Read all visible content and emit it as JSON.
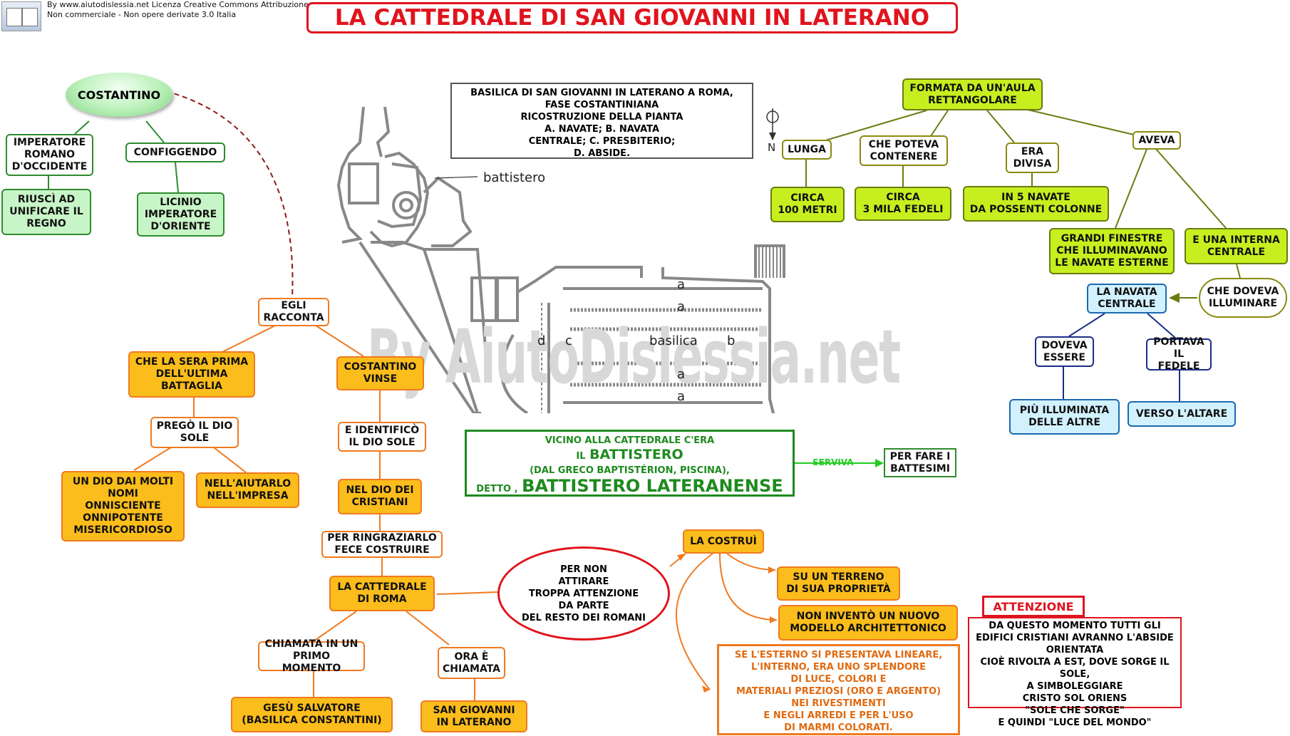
{
  "header": {
    "title": "LA CATTEDRALE DI SAN GIOVANNI IN LATERANO",
    "credit_lines": [
      "By www.aiutodislessia.net Licenza Creative Commons Attribuzione",
      "Non commerciale - Non opere derivate 3.0 Italia"
    ],
    "watermark": "By AiutoDislessia.net"
  },
  "left_map": {
    "costantino": "COSTANTINO",
    "imperatore": [
      "IMPERATORE",
      "ROMANO",
      "D'OCCIDENTE"
    ],
    "riusci": [
      "RIUSCÌ AD",
      "UNIFICARE IL",
      "REGNO"
    ],
    "configgendo": "CONFIGGENDO",
    "licinio": [
      "LICINIO",
      "IMPERATORE",
      "D'ORIENTE"
    ],
    "egli": [
      "EGLI",
      "RACCONTA"
    ],
    "sera": [
      "CHE LA SERA PRIMA",
      "DELL'ULTIMA",
      "BATTAGLIA"
    ],
    "prego": [
      "PREGÒ IL DIO",
      "SOLE"
    ],
    "dio_molti": [
      "UN DIO DAI MOLTI",
      "NOMI",
      "ONNISCIENTE",
      "ONNIPOTENTE",
      "MISERICORDIOSO"
    ],
    "aiutarlo": [
      "NELL'AIUTARLO",
      "NELL'IMPRESA"
    ],
    "vinse": [
      "COSTANTINO",
      "VINSE"
    ],
    "identifico": [
      "E IDENTIFICÒ",
      "IL DIO SOLE"
    ],
    "dio_cristiani": [
      "NEL DIO DEI",
      "CRISTIANI"
    ],
    "ringraziarlo": [
      "PER RINGRAZIARLO",
      "FECE COSTRUIRE"
    ],
    "cattedrale": [
      "LA CATTEDRALE",
      "DI ROMA"
    ],
    "chiamata": [
      "CHIAMATA IN UN",
      "PRIMO MOMENTO"
    ],
    "gesu": [
      "GESÙ SALVATORE",
      "(BASILICA CONSTANTINI)"
    ],
    "ora": [
      "ORA È",
      "CHIAMATA"
    ],
    "san_giovanni": [
      "SAN GIOVANNI",
      "IN LATERANO"
    ]
  },
  "center": {
    "caption": [
      "BASILICA DI SAN GIOVANNI IN LATERANO A ROMA,",
      "FASE COSTANTINIANA",
      "RICOSTRUZIONE DELLA PIANTA",
      "A. NAVATE; B. NAVATA",
      "CENTRALE; C. PRESBITERIO;",
      "D. ABSIDE."
    ],
    "plan_labels": {
      "battistero": "battistero",
      "a": "a",
      "b": "b",
      "c": "c",
      "d": "d",
      "basilica": "basilica",
      "north": "N"
    },
    "batt_line1": "VICINO ALLA CATTEDRALE C'ERA",
    "batt_il": "IL",
    "batt_big": "BATTISTERO",
    "batt_line3": "(DAL GRECO BAPTISTÉRION, PISCINA),",
    "batt_detto": "DETTO ,",
    "batt_lateranense": "BATTISTERO LATERANENSE",
    "serviva": "SERVIVA",
    "battesimi": [
      "PER FARE I",
      "BATTESIMI"
    ],
    "ellipse": [
      "PER NON",
      "ATTIRARE",
      "TROPPA ATTENZIONE",
      "DA PARTE",
      "DEL RESTO DEI ROMANI"
    ],
    "costrui": "LA COSTRUÌ",
    "terreno": [
      "SU UN TERRENO",
      "DI SUA PROPRIETÀ"
    ],
    "invento": [
      "NON INVENTÒ UN NUOVO",
      "MODELLO  ARCHITETTONICO"
    ],
    "esterno": [
      "SE L'ESTERNO SI PRESENTAVA LINEARE,",
      "L'INTERNO, ERA  UNO SPLENDORE",
      "DI LUCE, COLORI E",
      "MATERIALI PREZIOSI (ORO E ARGENTO)",
      "NEI RIVESTIMENTI",
      "E NEGLI ARREDI E PER L'USO",
      "DI MARMI COLORATI."
    ]
  },
  "right_map": {
    "formata": [
      "FORMATA DA UN'AULA",
      "RETTANGOLARE"
    ],
    "lunga": "LUNGA",
    "cento": [
      "CIRCA",
      "100 METRI"
    ],
    "poteva": [
      "CHE POTEVA",
      "CONTENERE"
    ],
    "tremila": [
      "CIRCA",
      "3 MILA FEDELI"
    ],
    "divisa": [
      "ERA",
      "DIVISA"
    ],
    "cinque": [
      "IN  5  NAVATE",
      "DA POSSENTI COLONNE"
    ],
    "aveva": "AVEVA",
    "finestre": [
      "GRANDI FINESTRE",
      "CHE ILLUMINAVANO",
      "LE NAVATE ESTERNE"
    ],
    "interna": [
      "E UNA INTERNA",
      "CENTRALE"
    ],
    "doveva_ill": [
      "CHE DOVEVA",
      "ILLUMINARE"
    ],
    "navata": [
      "LA NAVATA",
      "CENTRALE"
    ],
    "doveva_ess": [
      "DOVEVA",
      "ESSERE"
    ],
    "portava": [
      "PORTAVA",
      "IL FEDELE"
    ],
    "illuminata": [
      "PIÙ ILLUMINATA",
      "DELLE ALTRE"
    ],
    "altare": "VERSO L'ALTARE"
  },
  "attenzione": {
    "label": "ATTENZIONE",
    "text": [
      "DA QUESTO MOMENTO TUTTI GLI",
      "EDIFICI CRISTIANI AVRANNO L'ABSIDE ORIENTATA",
      "CIOÈ RIVOLTA A EST, DOVE SORGE IL SOLE,",
      "A SIMBOLEGGIARE",
      "CRISTO  SOL  ORIENS",
      "\"SOLE CHE SORGE\"",
      "E QUINDI \"LUCE DEL MONDO\""
    ]
  },
  "colors": {
    "title_red": "#e0141e",
    "green": "#2e8b2e",
    "orange": "#f07a20",
    "gold": "#fbbd1c",
    "lime": "#c7ef1f",
    "light_blue": "#d2f1ff",
    "navy": "#1a2d8a"
  }
}
